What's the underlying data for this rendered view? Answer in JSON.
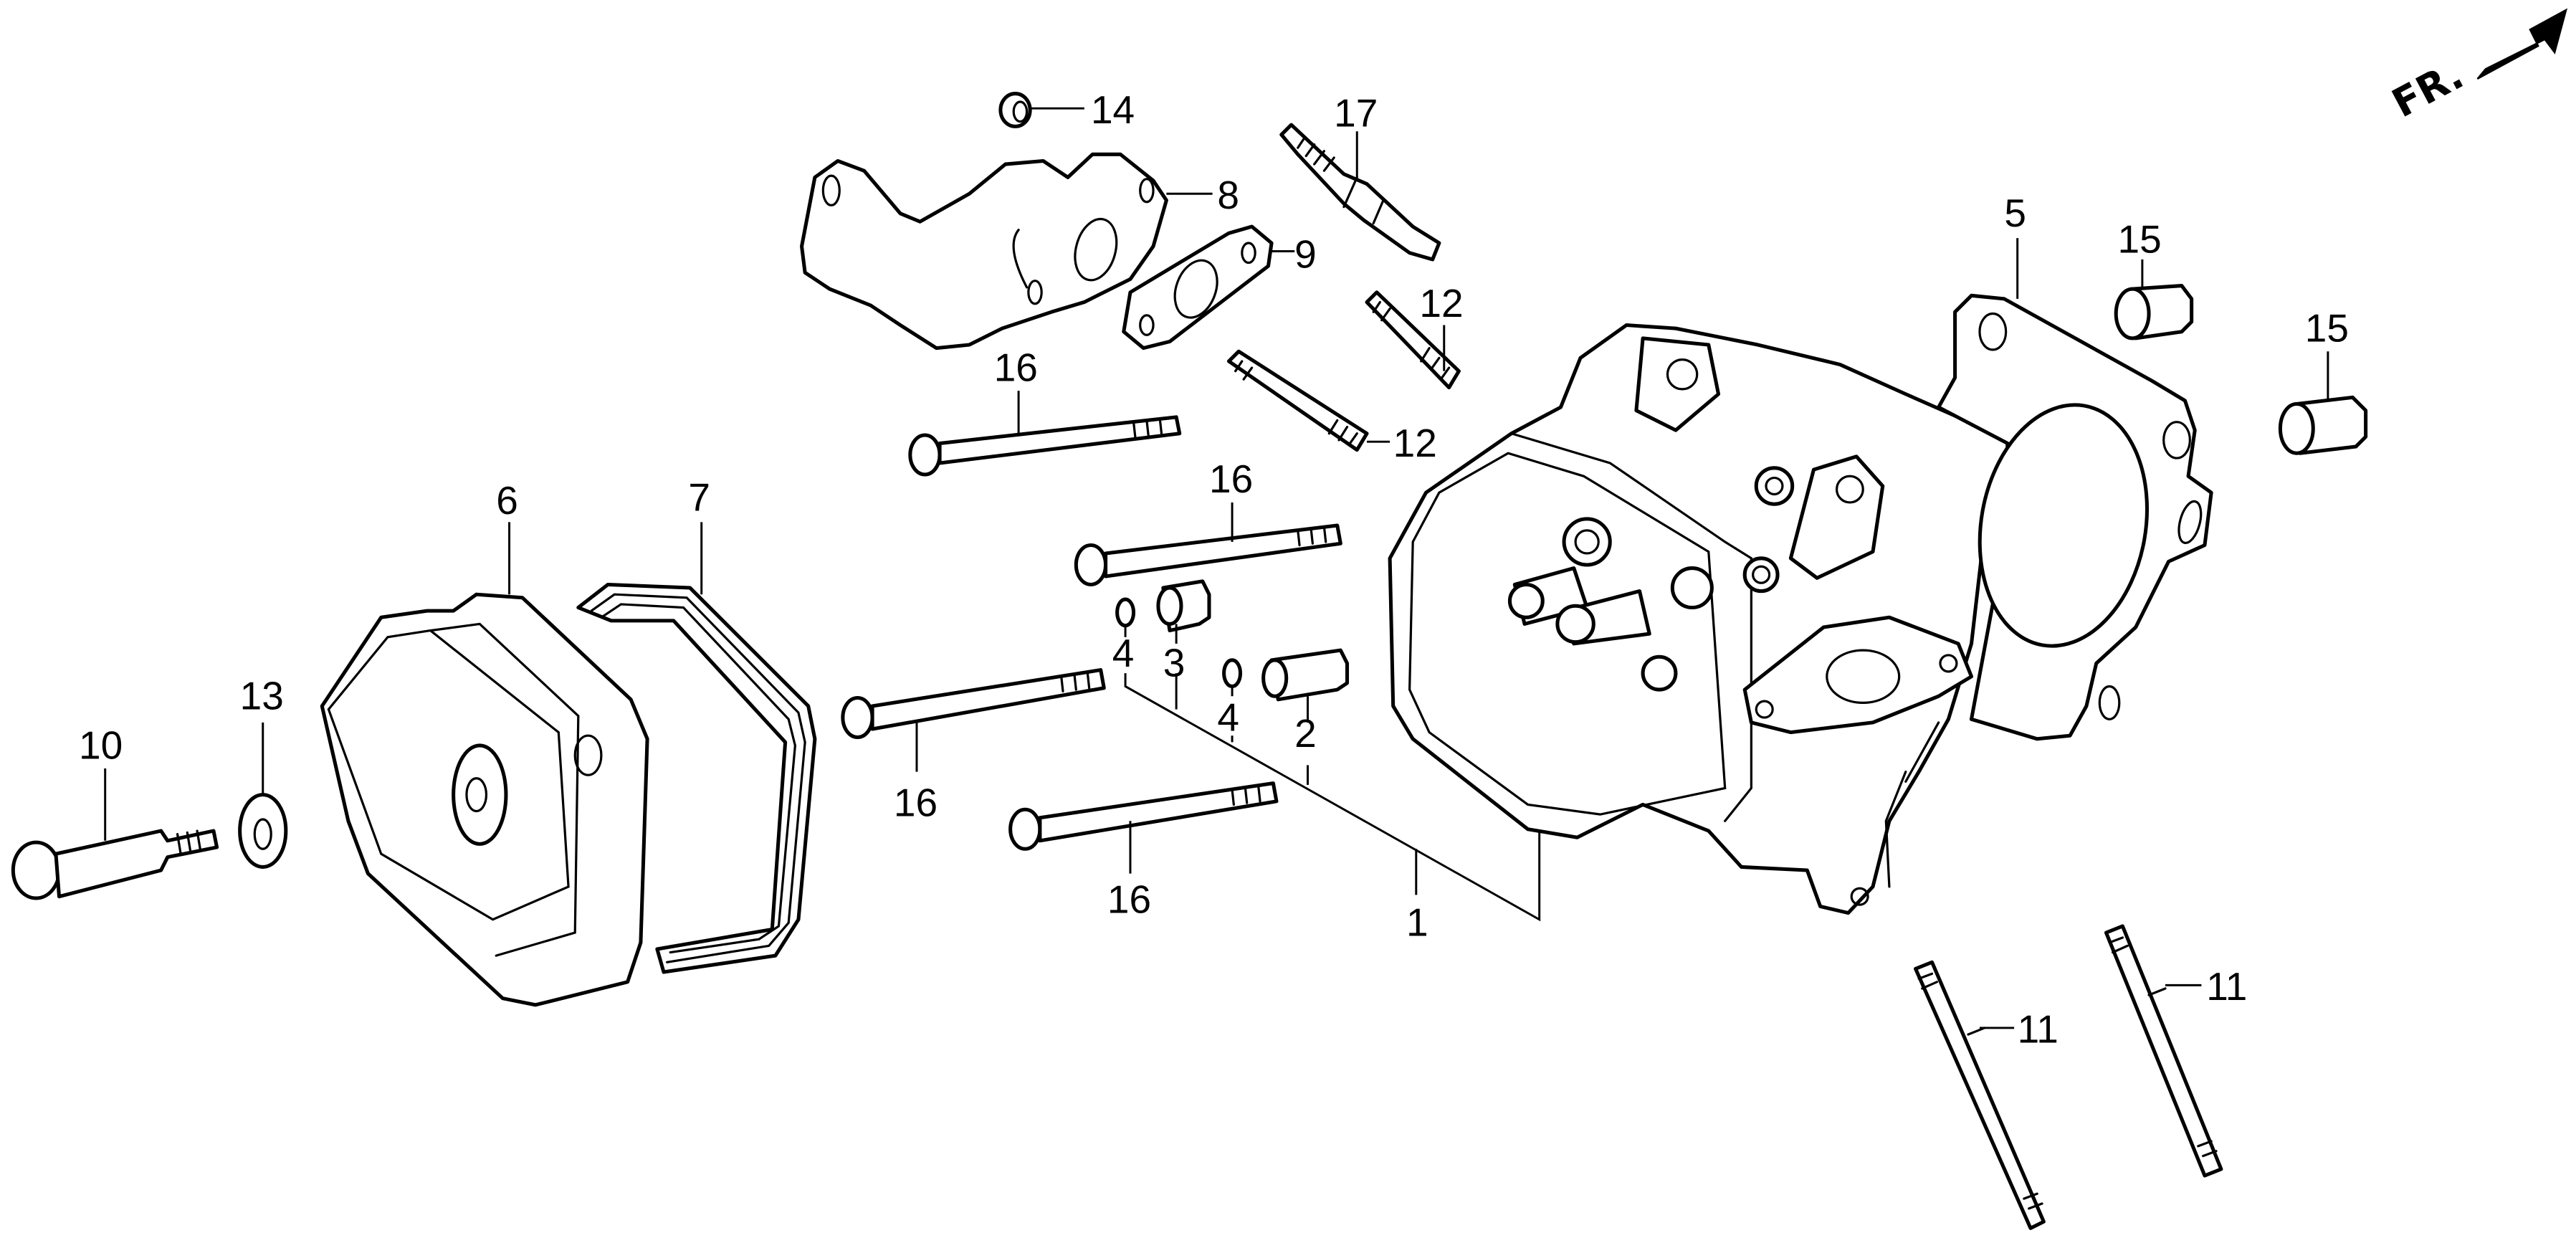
{
  "diagram": {
    "title": "Cylinder Head Exploded Parts Diagram",
    "direction_indicator": {
      "text": "FR.",
      "icon": "arrow-up-right-icon"
    },
    "callouts": [
      {
        "id": "c1",
        "ref": "1"
      },
      {
        "id": "c2",
        "ref": "2"
      },
      {
        "id": "c3",
        "ref": "3"
      },
      {
        "id": "c4a",
        "ref": "4"
      },
      {
        "id": "c4b",
        "ref": "4"
      },
      {
        "id": "c5",
        "ref": "5"
      },
      {
        "id": "c6",
        "ref": "6"
      },
      {
        "id": "c7",
        "ref": "7"
      },
      {
        "id": "c8",
        "ref": "8"
      },
      {
        "id": "c9",
        "ref": "9"
      },
      {
        "id": "c10",
        "ref": "10"
      },
      {
        "id": "c11a",
        "ref": "11"
      },
      {
        "id": "c11b",
        "ref": "11"
      },
      {
        "id": "c12a",
        "ref": "12"
      },
      {
        "id": "c12b",
        "ref": "12"
      },
      {
        "id": "c13",
        "ref": "13"
      },
      {
        "id": "c14",
        "ref": "14"
      },
      {
        "id": "c15a",
        "ref": "15"
      },
      {
        "id": "c15b",
        "ref": "15"
      },
      {
        "id": "c16a",
        "ref": "16"
      },
      {
        "id": "c16b",
        "ref": "16"
      },
      {
        "id": "c16c",
        "ref": "16"
      },
      {
        "id": "c16d",
        "ref": "16"
      },
      {
        "id": "c17",
        "ref": "17"
      }
    ]
  }
}
